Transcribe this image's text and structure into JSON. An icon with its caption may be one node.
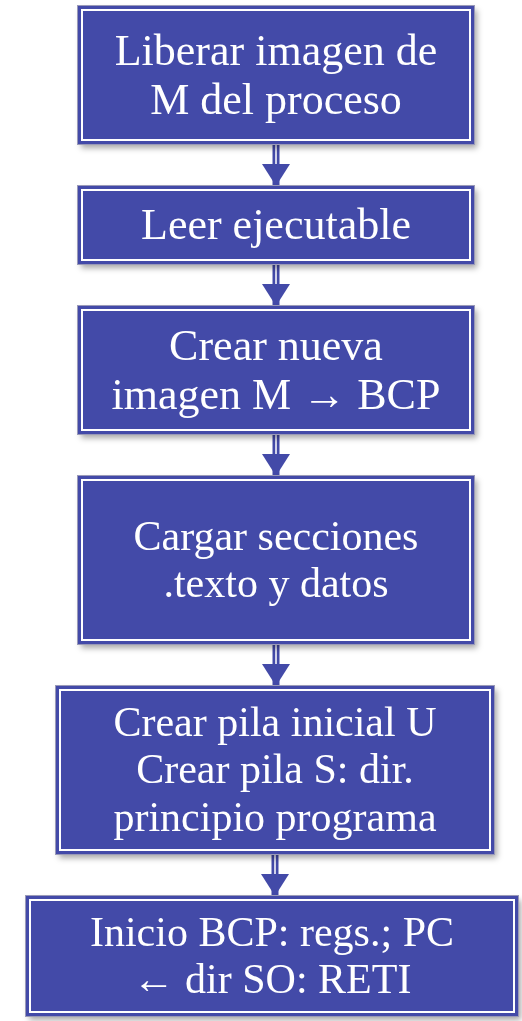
{
  "diagram": {
    "nodes": [
      {
        "text": [
          "Liberar imagen de M del proceso"
        ]
      },
      {
        "text": [
          "Leer ejecutable"
        ]
      },
      {
        "text": [
          "Crear nueva imagen M → BCP"
        ]
      },
      {
        "text": [
          "Cargar secciones .texto y datos"
        ]
      },
      {
        "text": [
          "Crear pila inicial U Crear pila S: dir. principio programa"
        ]
      },
      {
        "text": [
          "Inicio BCP: regs.; PC ← dir SO: RETI"
        ]
      }
    ],
    "edges": [
      {
        "from": 0,
        "to": 1,
        "arrow": "to"
      },
      {
        "from": 1,
        "to": 2,
        "arrow": "to"
      },
      {
        "from": 2,
        "to": 3,
        "arrow": "to"
      },
      {
        "from": 3,
        "to": 4,
        "arrow": "to"
      },
      {
        "from": 4,
        "to": 5,
        "arrow": "to"
      }
    ]
  }
}
